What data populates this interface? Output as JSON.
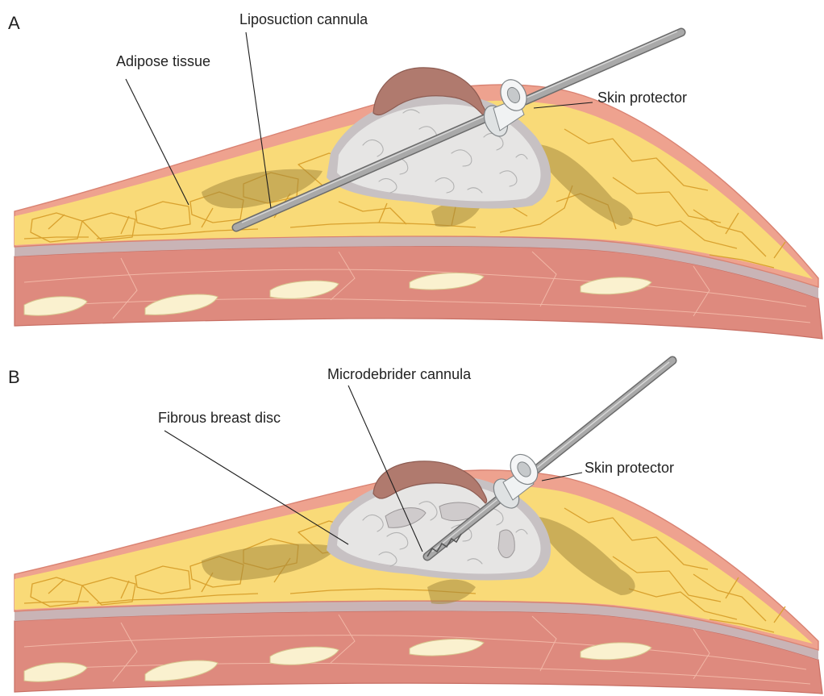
{
  "colors": {
    "skin": "#eea28f",
    "skin_edge": "#d98272",
    "fascia": "#c9b4b6",
    "fat": "#f9da78",
    "fat_cell_outline": "#d9a12e",
    "fat_shadow": "#a58a3e",
    "fibrous_disc": "#e6e5e4",
    "fibrous_halo": "#c7c1c3",
    "muscle": "#de8a7e",
    "rib": "#faf1cf",
    "nipple": "#b07a6e",
    "cannula": "#a9a9a9",
    "cannula_edge": "#6b6b6b",
    "protector": "#eceeef"
  },
  "panels": [
    {
      "letter": "A",
      "labels": {
        "adipose": "Adipose tissue",
        "cannula": "Liposuction cannula",
        "protector": "Skin protector"
      }
    },
    {
      "letter": "B",
      "labels": {
        "disc": "Fibrous breast disc",
        "cannula": "Microdebrider cannula",
        "protector": "Skin protector"
      }
    }
  ]
}
